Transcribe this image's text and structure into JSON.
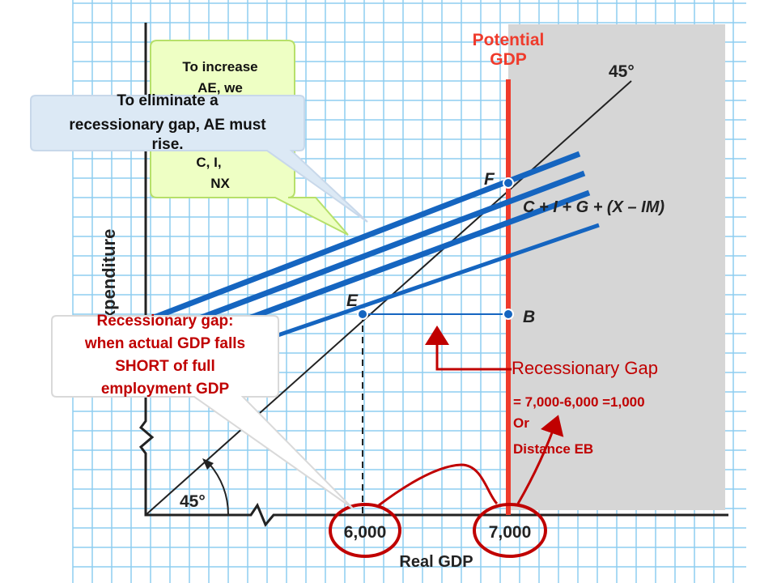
{
  "diagram": {
    "potential_gdp_label": [
      "Potential",
      "GDP"
    ],
    "angle_label_top": "45°",
    "angle_label_bottom": "45°",
    "y_axis_label": "l Expenditure",
    "x_axis_label": "Real GDP",
    "point_f": "F",
    "point_e": "E",
    "point_b": "B",
    "ae_curve_label": "C + I + G + (X – IM)",
    "tick_6000": "6,000",
    "tick_7000": "7,000",
    "gap_title": "Recessionary Gap",
    "gap_lines": [
      "= 7,000-6,000 =1,000",
      "Or",
      "Distance EB"
    ],
    "colors": {
      "grid": "#8ecdf0",
      "potential_line": "#ef3b2c",
      "ae_lines": "#1565c0",
      "annotation": "#c00000",
      "shade": "#d6d6d6"
    }
  },
  "callouts": {
    "increase_ae": [
      "To increase",
      "AE, we",
      "C, I,",
      "NX"
    ],
    "eliminate_gap": [
      "To eliminate a",
      "recessionary gap, AE must",
      "rise."
    ],
    "recession_def": [
      "Recessionary gap:",
      "when actual GDP falls",
      "SHORT of full",
      "employment GDP"
    ]
  }
}
